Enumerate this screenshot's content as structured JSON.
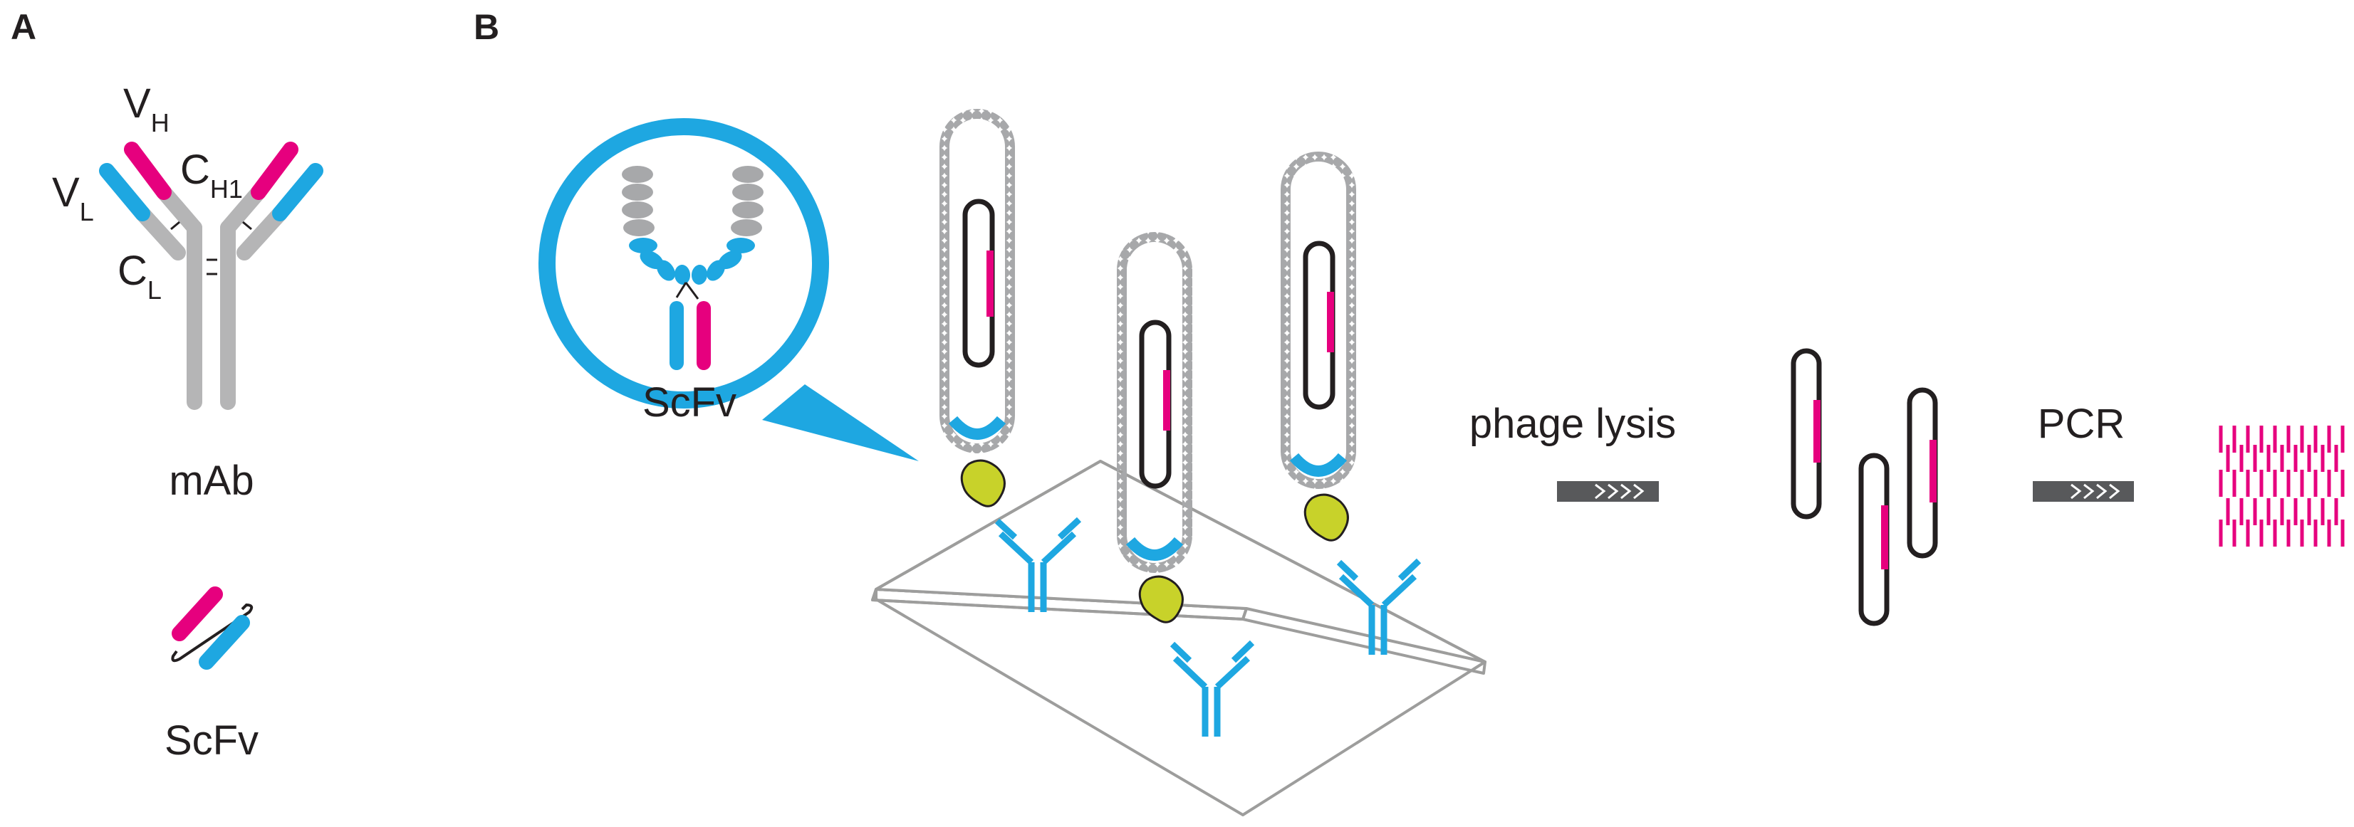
{
  "panels": {
    "a": "A",
    "b": "B"
  },
  "antibody_labels": {
    "vh_main": "V",
    "vh_sub": "H",
    "vl_main": "V",
    "vl_sub": "L",
    "ch1_main": "C",
    "ch1_sub": "H1",
    "cl_main": "C",
    "cl_sub": "L"
  },
  "mab_label": "mAb",
  "scfv_label": "ScFv",
  "inset_label": "ScFv",
  "step_labels": {
    "lysis": "phage lysis",
    "pcr": "PCR"
  },
  "colors": {
    "heavy_chain": "#e6007e",
    "light_chain": "#1ea7e1",
    "constant": "#b5b5b6",
    "phage_coat": "#a7a8aa",
    "antigen": "#c8d22a",
    "outline": "#231f20",
    "arrow": "#58595b",
    "plate_edge": "#9d9d9c"
  }
}
